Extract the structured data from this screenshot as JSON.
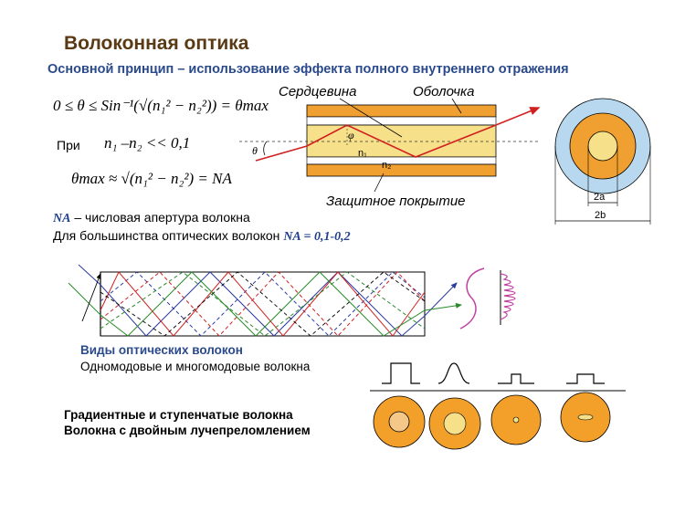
{
  "title": "Волоконная оптика",
  "subtitle": "Основной принцип – использование эффекта полного внутреннего отражения",
  "formulas": {
    "f1": "0 ≤ θ ≤ Sin⁻¹(√(n₁² − n₂²)) = θmax",
    "pri_label": "При",
    "f2": "n₁ –n₂ << 0,1",
    "f3": "θmax ≈ √(n₁² − n₂²) = NA"
  },
  "na_text": {
    "na": "NA",
    "na_desc": " – числовая апертура волокна",
    "most_fibers": "Для большинства оптических волокон ",
    "na_value": "NA = 0,1-0,2"
  },
  "fiber_diagram": {
    "core_label": "Сердцевина",
    "cladding_label": "Оболочка",
    "coating_label": "Защитное покрытие",
    "theta": "θ",
    "phi": "φ",
    "n1": "n₁",
    "n2": "n₂",
    "dim_2a": "2a",
    "dim_2b": "2b"
  },
  "fiber_types": {
    "heading": "Виды оптических волокон",
    "line1": "Одномодовые и многомодовые волокна",
    "line2": "Градиентные и ступенчатые волокна",
    "line3": "Волокна с двойным лучепреломлением"
  },
  "colors": {
    "title": "#5a3a14",
    "heading_blue": "#2b4a8c",
    "core": "#f7e08a",
    "cladding": "#f0a030",
    "coating_blue": "#b8d8f0",
    "orange_disk": "#f2a02a",
    "ray_red": "#d02020"
  }
}
